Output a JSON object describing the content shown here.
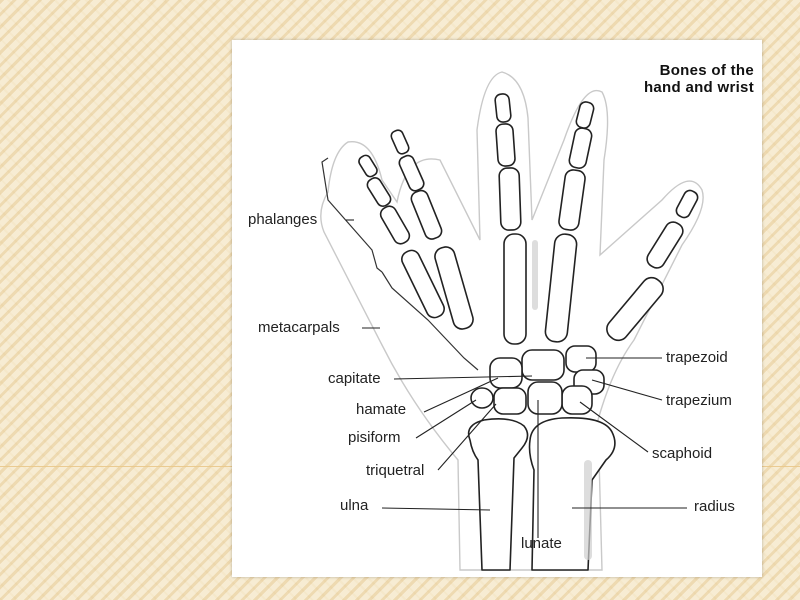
{
  "diagram": {
    "title_line1": "Bones of the",
    "title_line2": "hand and wrist",
    "labels": {
      "phalanges": "phalanges",
      "metacarpals": "metacarpals",
      "capitate": "capitate",
      "hamate": "hamate",
      "pisiform": "pisiform",
      "triquetral": "triquetral",
      "ulna": "ulna",
      "lunate": "lunate",
      "trapezoid": "trapezoid",
      "trapezium": "trapezium",
      "scaphoid": "scaphoid",
      "radius": "radius"
    }
  }
}
